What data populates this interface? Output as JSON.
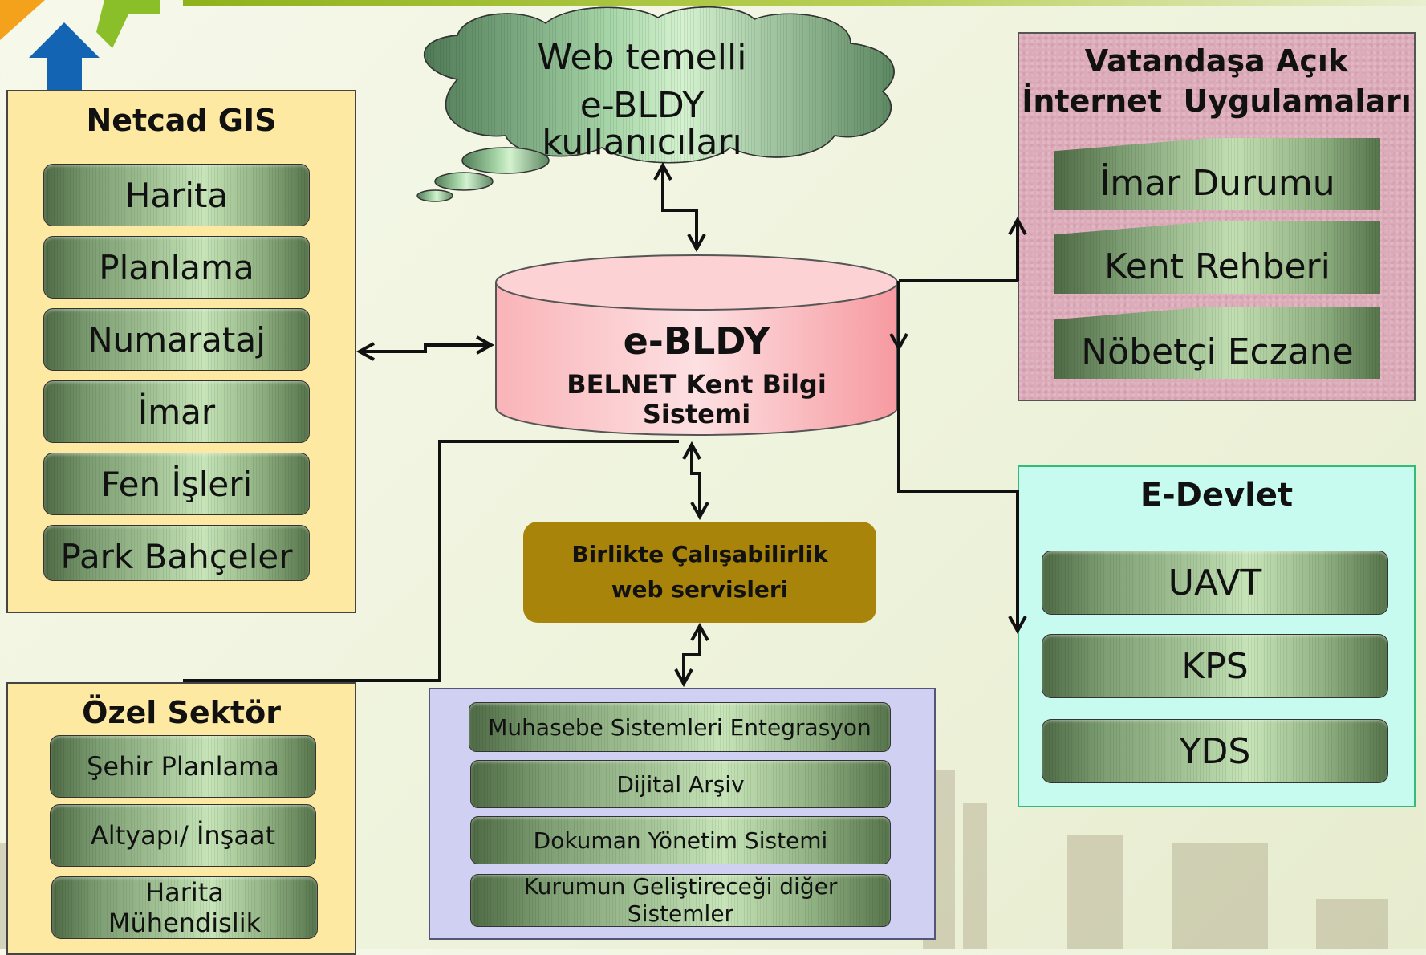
{
  "netcad": {
    "title": "Netcad GIS",
    "items": [
      "Harita",
      "Planlama",
      "Numarataj",
      "İmar",
      "Fen İşleri",
      "Park Bahçeler"
    ]
  },
  "ozel": {
    "title": "Özel Sektör",
    "items": [
      "Şehir Planlama",
      "Altyapı/ İnşaat",
      "Harita Mühendislik"
    ]
  },
  "cloud": {
    "line1": "Web temelli",
    "line2": "e-BLDY",
    "line3": "kullanıcıları"
  },
  "core": {
    "title": "e-BLDY",
    "subtitle1": "BELNET Kent Bilgi",
    "subtitle2": "Sistemi"
  },
  "webservices": {
    "line1": "Birlikte Çalışabilirlik",
    "line2": "web servisleri"
  },
  "systems": {
    "items": [
      "Muhasebe Sistemleri Entegrasyon",
      "Dijital Arşiv",
      "Dokuman Yönetim Sistemi",
      "Kurumun Geliştireceği diğer Sistemler"
    ]
  },
  "vatandas": {
    "title1": "Vatandaşa Açık",
    "title2": "İnternet  Uygulamaları",
    "items": [
      "İmar Durumu",
      "Kent Rehberi",
      "Nöbetçi Eczane"
    ]
  },
  "edevlet": {
    "title": "E-Devlet",
    "items": [
      "UAVT",
      "KPS",
      "YDS"
    ]
  },
  "colors": {
    "netcad_panel": "#fde9a2",
    "vatandas_panel": "#dcaab8",
    "edevlet_panel": "#c8fbf0",
    "systems_panel": "#d0d0f2",
    "core_cylinder": "#f9b4b8",
    "webservices_box": "#a8850a",
    "logo_orange": "#f4a21c",
    "logo_green": "#8bbf2a",
    "logo_blue": "#1464b4"
  }
}
